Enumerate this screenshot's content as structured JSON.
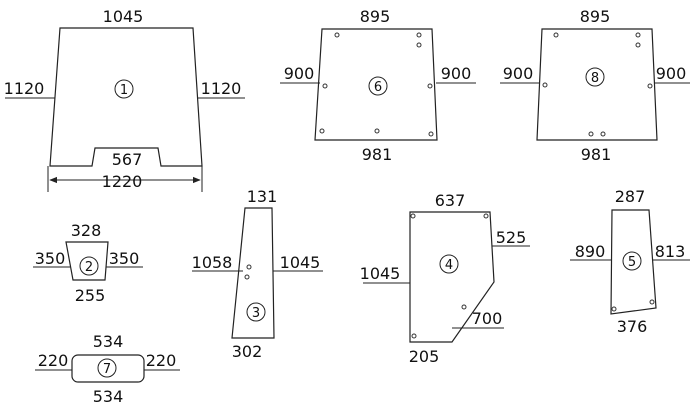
{
  "panels": {
    "p1": {
      "id": "1",
      "top": "1045",
      "left": "1120",
      "right": "1120",
      "notch": "567",
      "overall": "1220"
    },
    "p2": {
      "id": "2",
      "top": "328",
      "left": "350",
      "right": "350",
      "bottom": "255"
    },
    "p3": {
      "id": "3",
      "top": "131",
      "left": "1058",
      "right": "1045",
      "bottom": "302"
    },
    "p4": {
      "id": "4",
      "top": "637",
      "upper_right": "525",
      "left": "1045",
      "lower_right": "700",
      "bottom": "205"
    },
    "p5": {
      "id": "5",
      "top": "287",
      "left": "890",
      "right": "813",
      "bottom": "376"
    },
    "p6": {
      "id": "6",
      "top": "895",
      "left": "900",
      "right": "900",
      "bottom": "981"
    },
    "p7": {
      "id": "7",
      "top": "534",
      "left": "220",
      "right": "220",
      "bottom": "534"
    },
    "p8": {
      "id": "8",
      "top": "895",
      "left": "900",
      "right": "900",
      "bottom": "981"
    }
  }
}
